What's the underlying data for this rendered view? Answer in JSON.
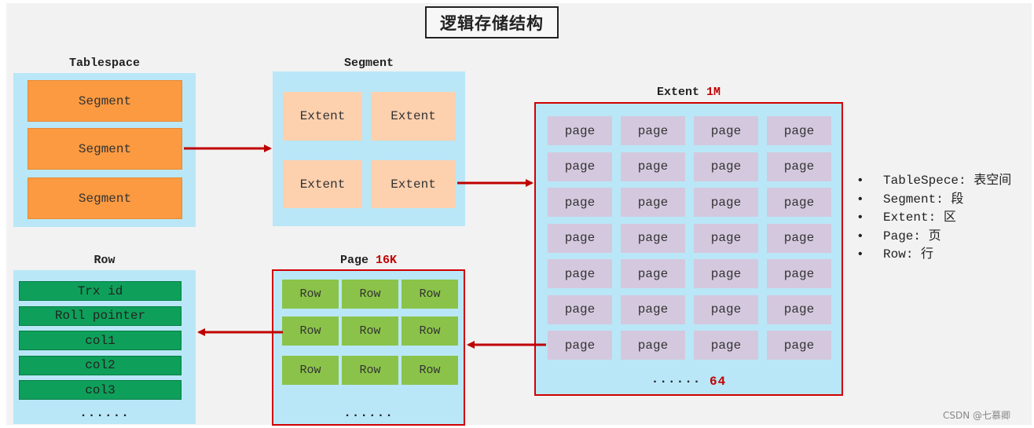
{
  "title": "逻辑存储结构",
  "tablespace": {
    "label": "Tablespace",
    "items": [
      "Segment",
      "Segment",
      "Segment"
    ]
  },
  "segment": {
    "label": "Segment",
    "items": [
      "Extent",
      "Extent",
      "Extent",
      "Extent"
    ]
  },
  "extent": {
    "label": "Extent",
    "size": "1M",
    "pages": [
      "page",
      "page",
      "page",
      "page",
      "page",
      "page",
      "page",
      "page",
      "page",
      "page",
      "page",
      "page",
      "page",
      "page",
      "page",
      "page",
      "page",
      "page",
      "page",
      "page",
      "page",
      "page",
      "page",
      "page",
      "page",
      "page",
      "page",
      "page"
    ],
    "dots": "······",
    "count": "64"
  },
  "page": {
    "label": "Page",
    "size": "16K",
    "rows": [
      "Row",
      "Row",
      "Row",
      "Row",
      "Row",
      "Row",
      "Row",
      "Row",
      "Row"
    ],
    "dots": "······"
  },
  "row": {
    "label": "Row",
    "fields": [
      "Trx id",
      "Roll pointer",
      "col1",
      "col2",
      "col3"
    ],
    "dots": "······"
  },
  "legend": [
    {
      "key": "TableSpece",
      "value": "表空间"
    },
    {
      "key": "Segment",
      "value": "段"
    },
    {
      "key": "Extent",
      "value": "区"
    },
    {
      "key": "Page",
      "value": "页"
    },
    {
      "key": "Row",
      "value": "行"
    }
  ],
  "watermark": "CSDN @七慕卿",
  "colors": {
    "arrow": "#c00000",
    "panel": "#b9e7f7",
    "segment": "#fb9a41",
    "extent": "#fdd0ae",
    "page": "#d4c8de",
    "row": "#8bc34a",
    "field": "#0ea05a"
  }
}
